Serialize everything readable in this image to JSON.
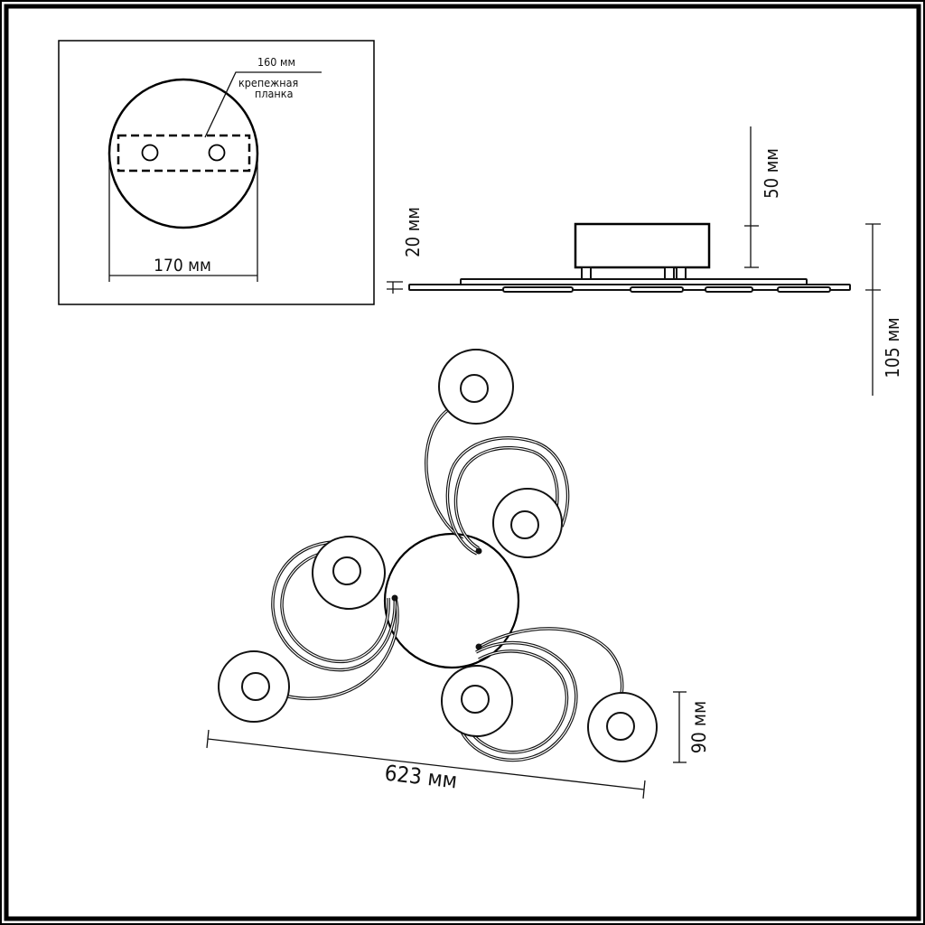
{
  "dimensions": {
    "plate_width": "160 мм",
    "plate_label_line1": "крепежная",
    "plate_label_line2": "планка",
    "canopy_diameter": "170 мм",
    "side_small_height": "20 мм",
    "side_canopy_height": "50 мм",
    "side_total_height": "105 мм",
    "overall_width": "623 мм",
    "shade_height": "90 мм"
  }
}
